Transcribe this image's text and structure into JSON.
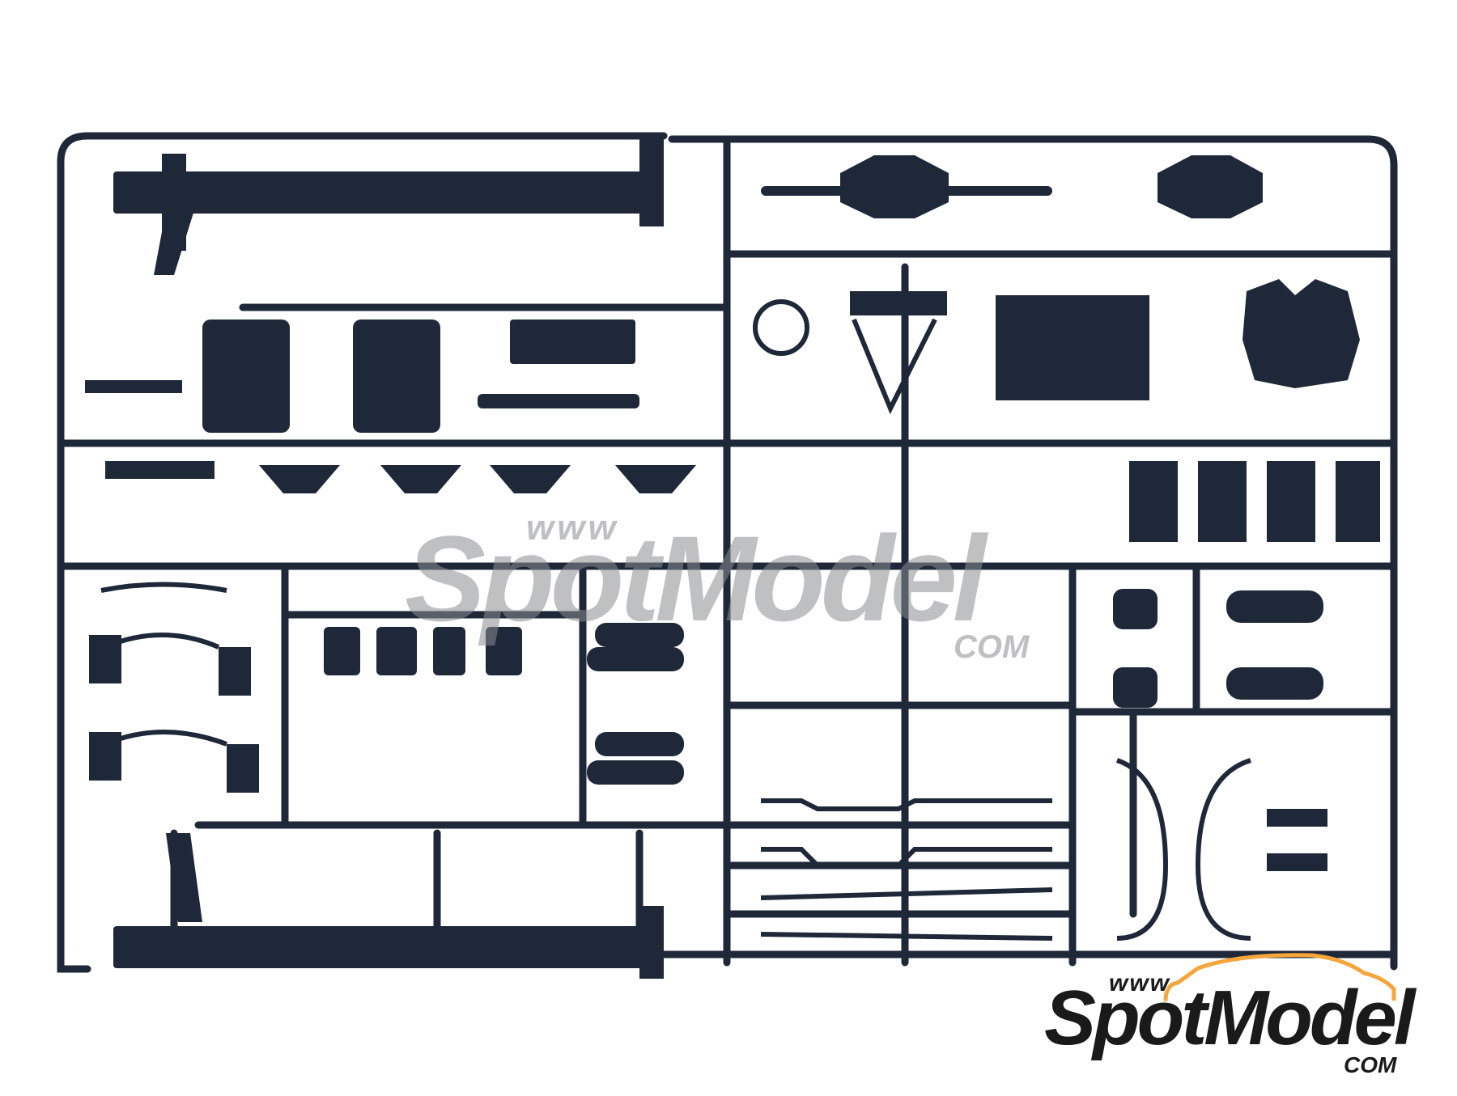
{
  "image": {
    "subject": "Plastic model kit sprue (truck chassis parts)",
    "background_color": "#ffffff",
    "sprue_color": "#1e2838"
  },
  "watermark_center": {
    "prefix": "www",
    "brand": "SpotModel",
    "suffix": "COM",
    "color": "#8a8d92"
  },
  "watermark_corner": {
    "prefix": "www",
    "brand": "SpotModel",
    "suffix": "COM",
    "text_color": "#1a1a1a",
    "outline_color": "#f5a53a"
  }
}
